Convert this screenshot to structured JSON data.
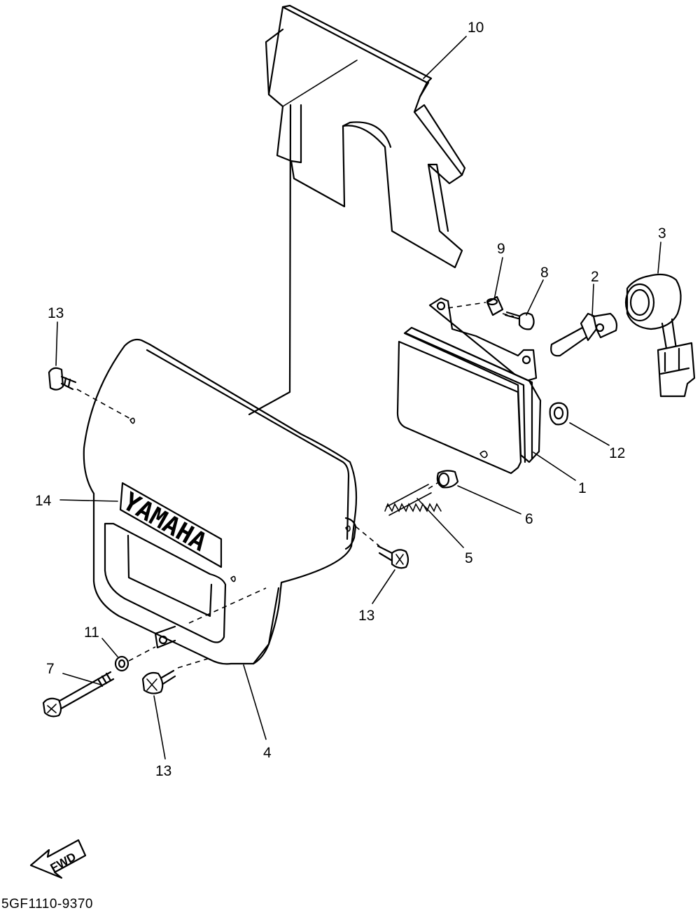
{
  "diagram_code": "5GF1110-9370",
  "decal_text": "YAMAHA",
  "direction_label": "FWD",
  "callouts": {
    "c1": "1",
    "c2": "2",
    "c3": "3",
    "c4": "4",
    "c5": "5",
    "c6": "6",
    "c7": "7",
    "c8": "8",
    "c9": "9",
    "c10": "10",
    "c11": "11",
    "c12": "12",
    "c13a": "13",
    "c13b": "13",
    "c13c": "13",
    "c14": "14"
  },
  "colors": {
    "ink": "#000000",
    "paper": "#ffffff"
  }
}
